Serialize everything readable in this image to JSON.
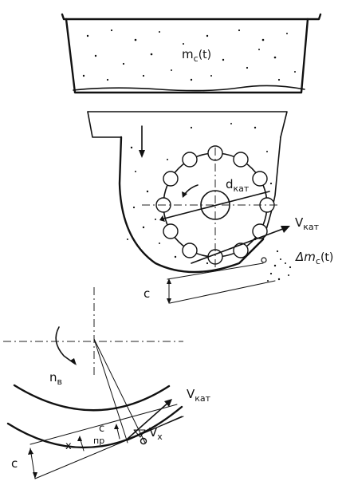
{
  "labels": {
    "mass_seed": "m",
    "mass_seed_sub": "c",
    "mass_seed_arg": "(t)",
    "d_kat": "d",
    "d_kat_sub": "кат",
    "v_kat_top": "V",
    "v_kat_top_sub": "кат",
    "delta_m": "Δm",
    "delta_m_sub": "c",
    "delta_m_arg": "(t)",
    "c_top": "c",
    "n_v": "n",
    "n_v_sub": "в",
    "v_kat_bottom": "V",
    "v_kat_bottom_sub": "кат",
    "c_pr": "c",
    "c_pr_sub": "пр",
    "x_label": "x",
    "v_x": "V",
    "v_x_sub": "x",
    "c_bottom": "c"
  },
  "colors": {
    "ink": "#111111",
    "paper": "#ffffff"
  }
}
